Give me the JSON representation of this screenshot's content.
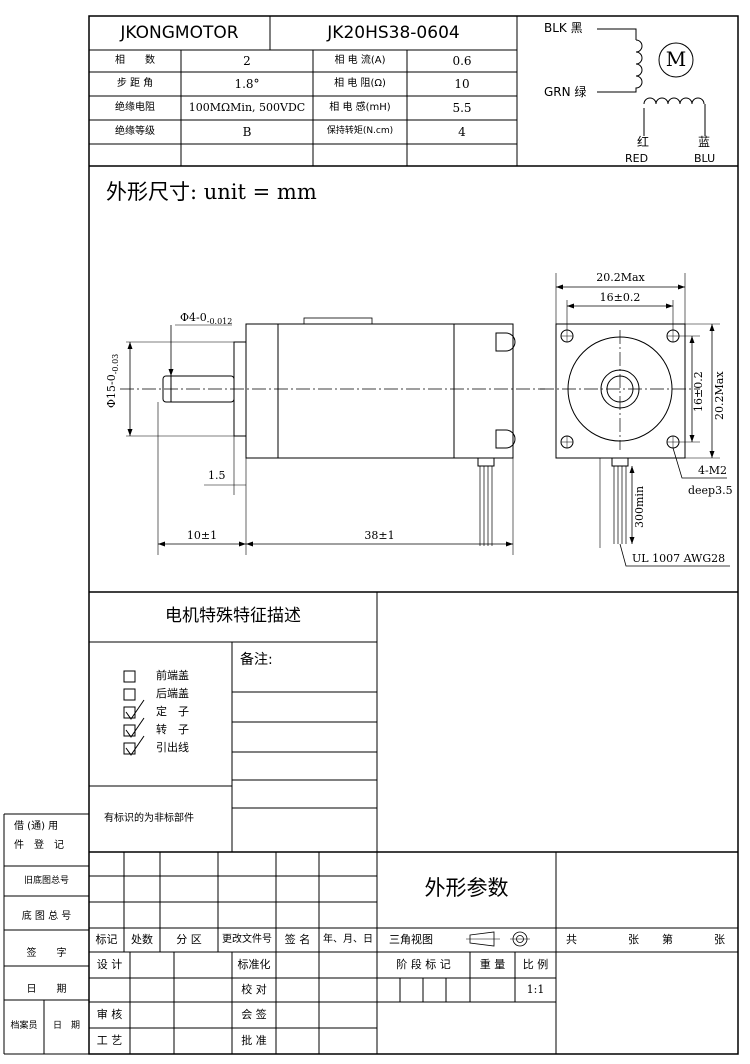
{
  "header": {
    "brand": "JKONGMOTOR",
    "model": "JK20HS38-0604"
  },
  "specs": [
    {
      "label": "相　　数",
      "value": "2",
      "label2": "相 电 流(A)",
      "value2": "0.6"
    },
    {
      "label": "步 距 角",
      "value": "1.8°",
      "label2": "相 电 阻(Ω)",
      "value2": "10"
    },
    {
      "label": "绝缘电阻",
      "value": "100MΩMin, 500VDC",
      "label2": "相 电 感(mH)",
      "value2": "5.5"
    },
    {
      "label": "绝缘等级",
      "value": "B",
      "label2": "保持转矩(N.cm)",
      "value2": "4"
    }
  ],
  "wiring": {
    "blk": "BLK 黑",
    "grn": "GRN 绿",
    "red_cn": "红",
    "red": "RED",
    "blu_cn": "蓝",
    "blu": "BLU",
    "motor": "M"
  },
  "drawing": {
    "title": "外形尺寸: unit = mm",
    "phi4": "Φ4-0",
    "phi4_tol": "-0.012",
    "phi15": "Φ15-0",
    "phi15_tol": "-0.03",
    "dim_1_5": "1.5",
    "dim_10": "10±1",
    "dim_38": "38±1",
    "dim_20_2_top": "20.2Max",
    "dim_16_top": "16±0.2",
    "dim_16_side": "16±0.2",
    "dim_20_2_side": "20.2Max",
    "hole": "4-M2",
    "deep": "deep3.5",
    "lead_len": "300min",
    "wire": "UL 1007 AWG28"
  },
  "features": {
    "title": "电机特殊特征描述",
    "remarks": "备注:",
    "items": [
      {
        "label": "前端盖",
        "checked": false
      },
      {
        "label": "后端盖",
        "checked": false
      },
      {
        "label": "定　子",
        "checked": true
      },
      {
        "label": "转　子",
        "checked": true
      },
      {
        "label": "引出线",
        "checked": true
      }
    ],
    "note": "有标识的为非标部件"
  },
  "side_labels": {
    "borrow1": "借 (通) 用",
    "borrow2": "件　登　记",
    "old": "旧底图总号",
    "base": "底 图 总 号",
    "sign": "签　　字",
    "date": "日　　期",
    "archivist": "档案员",
    "date2": "日　期"
  },
  "title_block": {
    "title": "外形参数",
    "rev": [
      "标记",
      "处数",
      "分 区",
      "更改文件号",
      "签 名",
      "年、月、日"
    ],
    "third_angle": "三角视图",
    "sheets": [
      "共",
      "张",
      "第",
      "张"
    ],
    "roles": [
      "设 计",
      "审 核",
      "工 艺"
    ],
    "roles2": [
      "标准化",
      "校 对",
      "会 签",
      "批 准"
    ],
    "stage": "阶 段 标 记",
    "weight": "重 量",
    "ratio": "比 例",
    "scale": "1:1"
  }
}
